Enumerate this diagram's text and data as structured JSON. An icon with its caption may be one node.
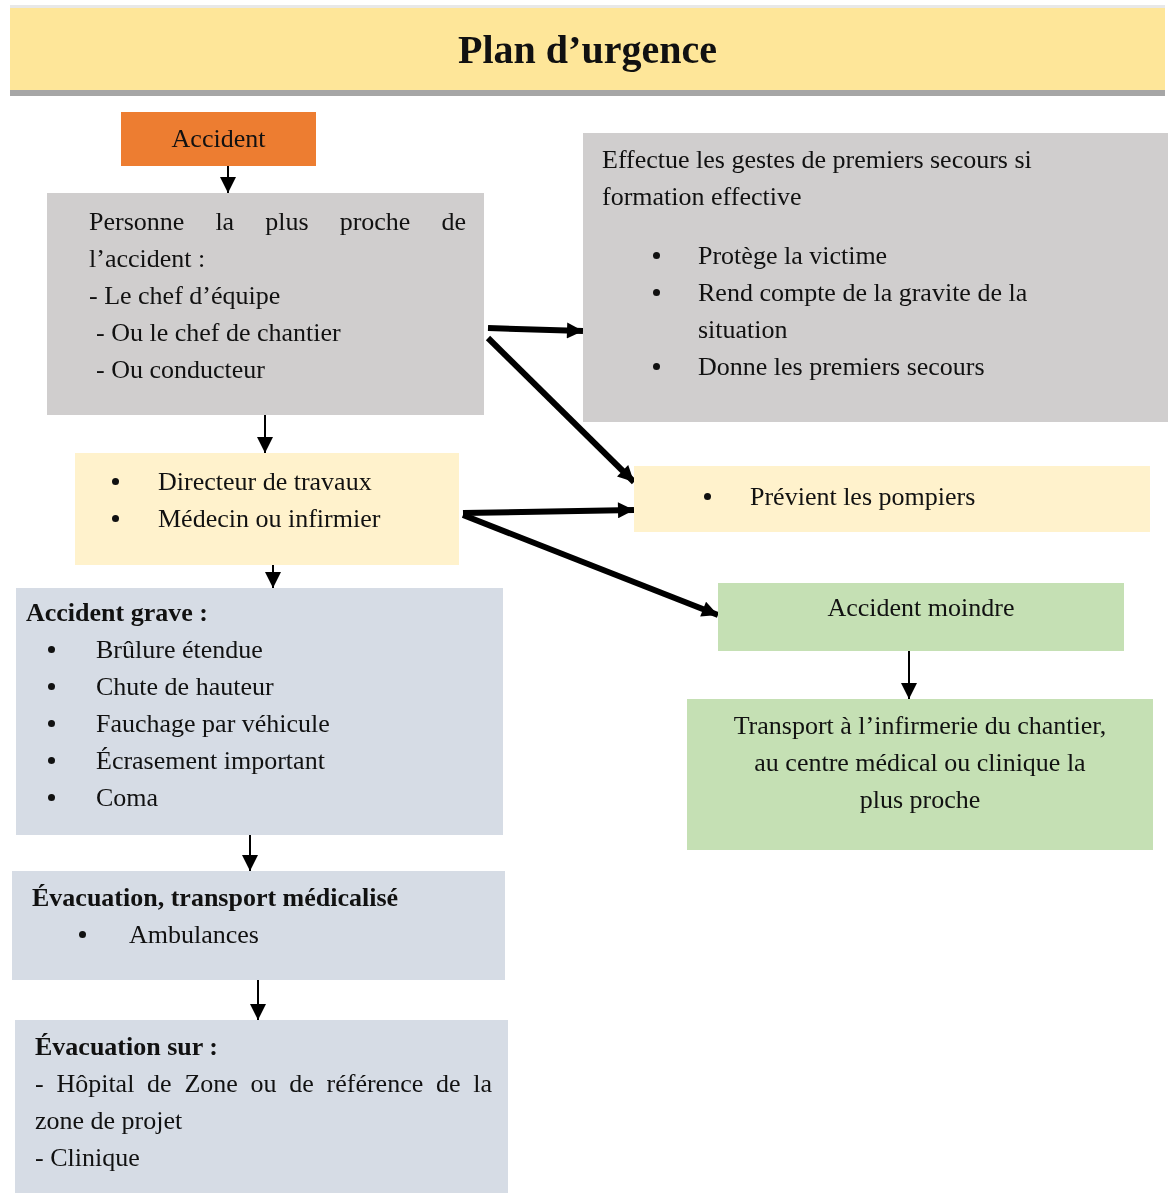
{
  "diagram": {
    "title": "Plan d’urgence",
    "nodes": [
      {
        "text": [
          "Accident"
        ]
      },
      {
        "text": [
          "Personne la plus proche de l’accident :",
          "- Le chef d’équipe",
          "- Ou le chef de chantier",
          "- Ou conducteur"
        ]
      },
      {
        "text": [
          "Effectue les gestes de premiers secours si formation effective",
          "Protège la victime",
          "Rend compte de la gravite de la situation",
          "Donne les premiers secours"
        ]
      },
      {
        "text": [
          "Directeur de travaux",
          "Médecin ou infirmier"
        ]
      },
      {
        "text": [
          "Prévient les pompiers"
        ]
      },
      {
        "text": [
          "Accident grave :",
          "Brûlure étendue",
          "Chute de hauteur",
          "Fauchage par véhicule",
          "Écrasement important",
          "Coma"
        ]
      },
      {
        "text": [
          "Accident moindre"
        ]
      },
      {
        "text": [
          "Transport à l’infirmerie du chantier, au centre médical ou clinique la plus proche"
        ]
      },
      {
        "text": [
          "Évacuation, transport médicalisé",
          "Ambulances"
        ]
      },
      {
        "text": [
          "Évacuation sur :",
          "- Hôpital de Zone ou de référence de la zone de projet",
          "- Clinique"
        ]
      }
    ],
    "edges": [
      {
        "from": 0,
        "to": 1,
        "arrow": "to"
      },
      {
        "from": 1,
        "to": 2,
        "arrow": "to",
        "style": "thick"
      },
      {
        "from": 1,
        "to": 4,
        "arrow": "to",
        "style": "thick"
      },
      {
        "from": 1,
        "to": 3,
        "arrow": "to"
      },
      {
        "from": 3,
        "to": 4,
        "arrow": "to",
        "style": "thick"
      },
      {
        "from": 3,
        "to": 6,
        "arrow": "to",
        "style": "thick"
      },
      {
        "from": 3,
        "to": 5,
        "arrow": "to"
      },
      {
        "from": 6,
        "to": 7,
        "arrow": "to"
      },
      {
        "from": 5,
        "to": 8,
        "arrow": "to"
      },
      {
        "from": 8,
        "to": 9,
        "arrow": "to"
      }
    ]
  }
}
